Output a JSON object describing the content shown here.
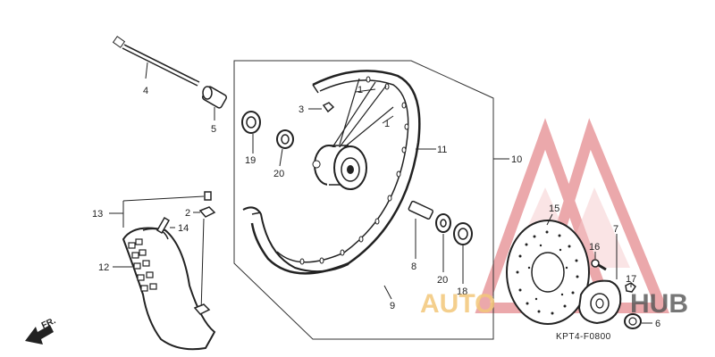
{
  "diagram": {
    "code": "KPT4-F0800",
    "direction_label": "FR.",
    "watermark": {
      "left": "AUTO",
      "right": "HUB",
      "color": "#e9a0a4",
      "accent": "#f3c77a"
    },
    "parts": {
      "p1a": "1",
      "p1b": "1",
      "p2": "2",
      "p3": "3",
      "p4": "4",
      "p5": "5",
      "p6": "6",
      "p7": "7",
      "p8": "8",
      "p9": "9",
      "p10": "10",
      "p11": "11",
      "p12": "12",
      "p13": "13",
      "p14": "14",
      "p15": "15",
      "p16": "16",
      "p17": "17",
      "p18": "18",
      "p19": "19",
      "p20a": "20",
      "p20b": "20"
    }
  }
}
